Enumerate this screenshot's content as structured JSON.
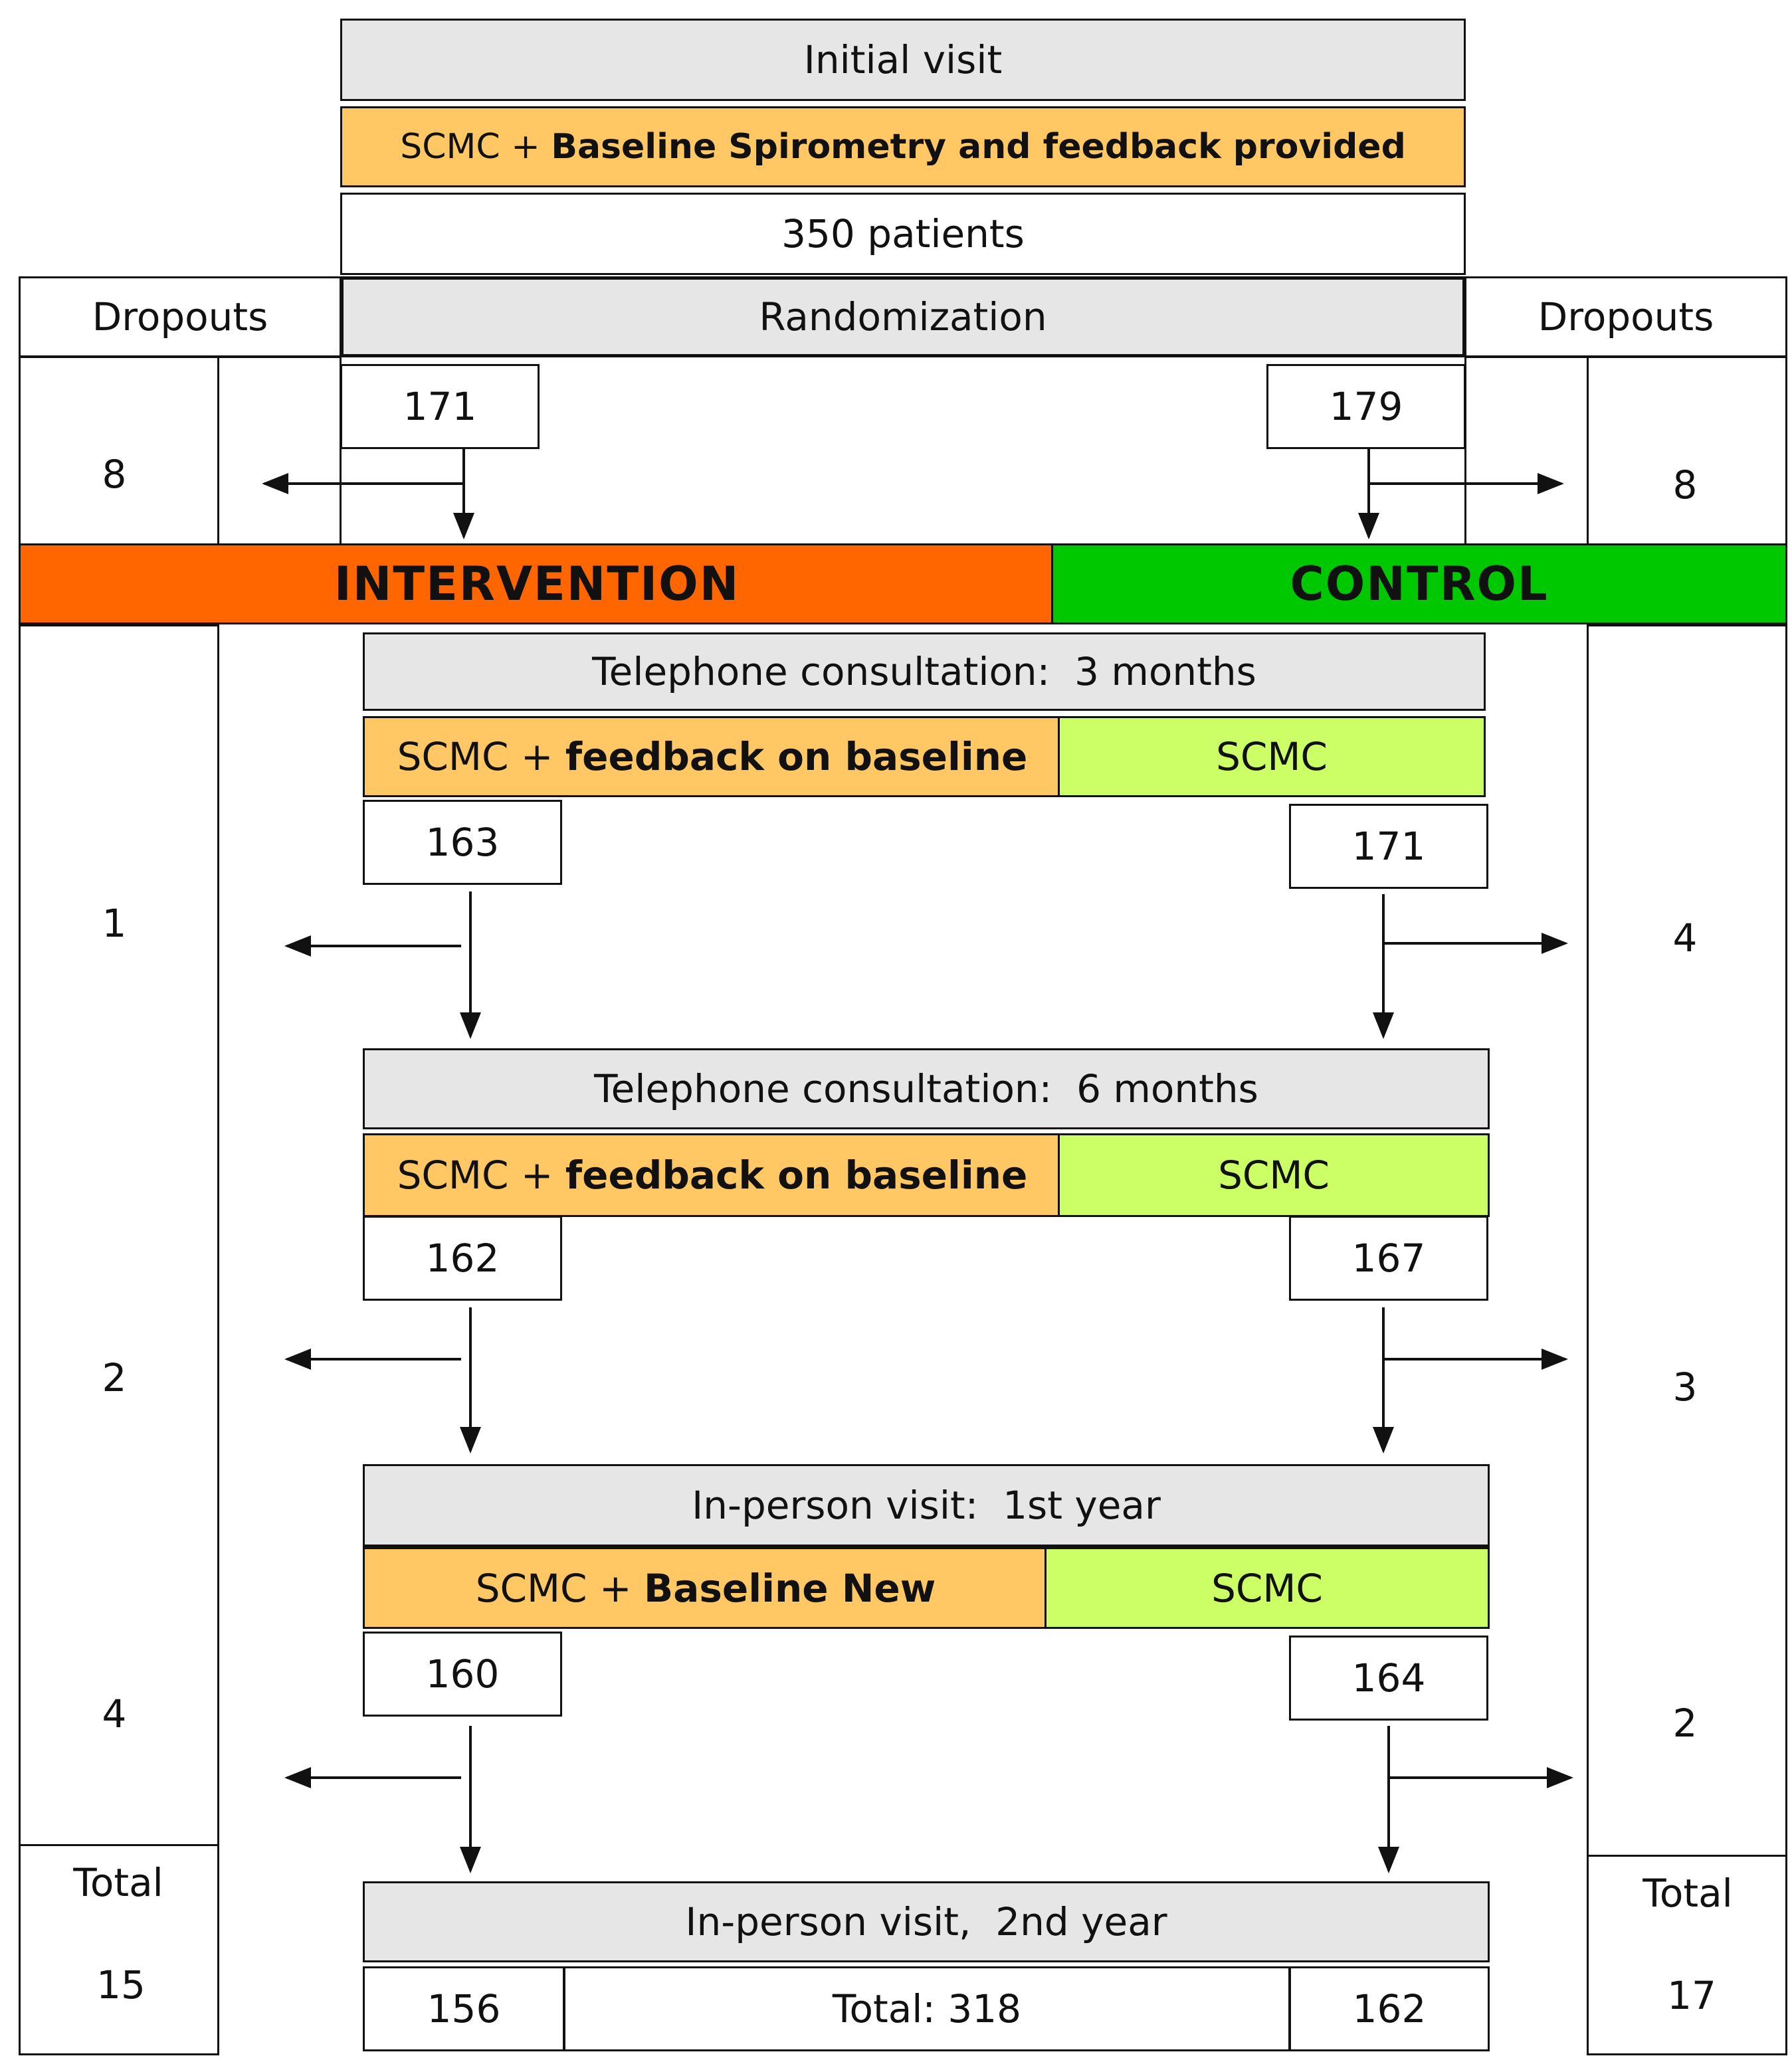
{
  "header": {
    "initial_visit": "Initial visit",
    "scmc_prefix": "SCMC + ",
    "baseline_text": "Baseline Spirometry and feedback provided",
    "patients": "350 patients",
    "randomization": "Randomization",
    "dropouts_left": "Dropouts",
    "dropouts_right": "Dropouts"
  },
  "randomized": {
    "intervention": "171",
    "control": "179"
  },
  "initial_dropouts": {
    "intervention": "8",
    "control": "8"
  },
  "groups": {
    "intervention": {
      "label": "INTERVENTION",
      "color": "#ff6600"
    },
    "control": {
      "label": "CONTROL",
      "color": "#00c800"
    }
  },
  "stages": [
    {
      "title": "Telephone consultation:  3 months",
      "intervention_prefix": "SCMC + ",
      "intervention_bold": "feedback on baseline",
      "control_label": "SCMC",
      "intervention_n": "163",
      "control_n": "171",
      "intervention_dropouts": "1",
      "control_dropouts": "4"
    },
    {
      "title": "Telephone consultation:  6 months",
      "intervention_prefix": "SCMC + ",
      "intervention_bold": "feedback on baseline",
      "control_label": "SCMC",
      "intervention_n": "162",
      "control_n": "167",
      "intervention_dropouts": "2",
      "control_dropouts": "3"
    },
    {
      "title": "In-person visit:  1st year",
      "intervention_prefix": "SCMC + ",
      "intervention_bold": "Baseline New",
      "control_label": "SCMC",
      "intervention_n": "160",
      "control_n": "164",
      "intervention_dropouts": "4",
      "control_dropouts": "2"
    }
  ],
  "final": {
    "title": "In-person visit,  2nd year",
    "intervention_n": "156",
    "total_label": "Total: 318",
    "control_n": "162"
  },
  "totals": {
    "intervention_label": "Total",
    "intervention_value": "15",
    "control_label": "Total",
    "control_value": "17"
  },
  "colors": {
    "orange": "#ffc865",
    "lime": "#ccff66",
    "gray": "#e6e6e6"
  }
}
